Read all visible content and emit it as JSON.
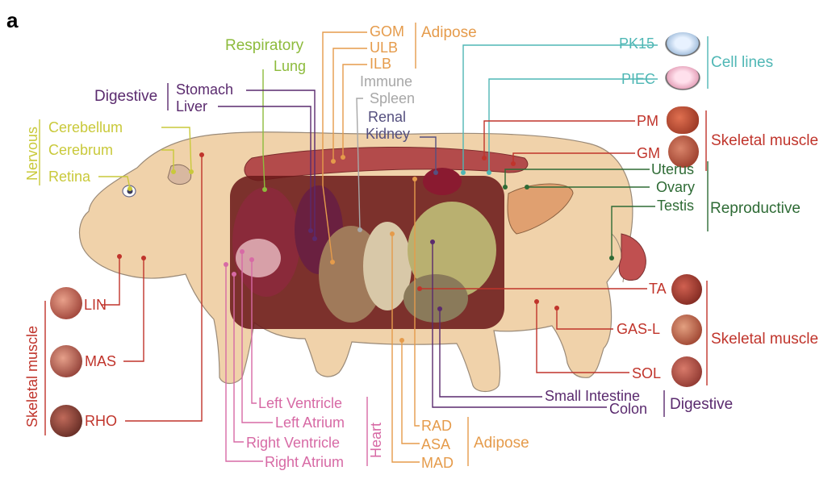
{
  "panel_label": "a",
  "colors": {
    "nervous": "#c9c93a",
    "respiratory": "#8dbb3c",
    "digestive": "#5a2a6e",
    "adipose": "#e59b4b",
    "immune": "#a7a7a7",
    "renal": "#55507f",
    "cell_lines": "#4fb7b5",
    "skeletal": "#c0342b",
    "reproductive": "#2e6b35",
    "heart": "#d76aa5"
  },
  "categories": {
    "nervous": "Nervous",
    "respiratory": "Respiratory",
    "digestive_top": "Digestive",
    "adipose_top": "Adipose",
    "immune": "Immune",
    "renal": "Renal",
    "cell_lines": "Cell lines",
    "skeletal_upper": "Skeletal muscle",
    "reproductive": "Reproductive",
    "skeletal_lower": "Skeletal muscle",
    "skeletal_left": "Skeletal muscle",
    "digestive_bottom": "Digestive",
    "adipose_bottom": "Adipose",
    "heart": "Heart"
  },
  "tissues": {
    "cerebellum": "Cerebellum",
    "cerebrum": "Cerebrum",
    "retina": "Retina",
    "lung": "Lung",
    "stomach": "Stomach",
    "liver": "Liver",
    "gom": "GOM",
    "ulb": "ULB",
    "ilb": "ILB",
    "spleen": "Spleen",
    "kidney": "Kidney",
    "pk15": "PK15",
    "piec": "PIEC",
    "pm": "PM",
    "gm": "GM",
    "uterus": "Uterus",
    "ovary": "Ovary",
    "testis": "Testis",
    "ta": "TA",
    "gas_l": "GAS-L",
    "sol": "SOL",
    "lin": "LIN",
    "mas": "MAS",
    "rho": "RHO",
    "small_intestine": "Small Intestine",
    "colon": "Colon",
    "rad": "RAD",
    "asa": "ASA",
    "mad": "MAD",
    "left_ventricle": "Left Ventricle",
    "left_atrium": "Left Atrium",
    "right_ventricle": "Right Ventricle",
    "right_atrium": "Right Atrium"
  }
}
